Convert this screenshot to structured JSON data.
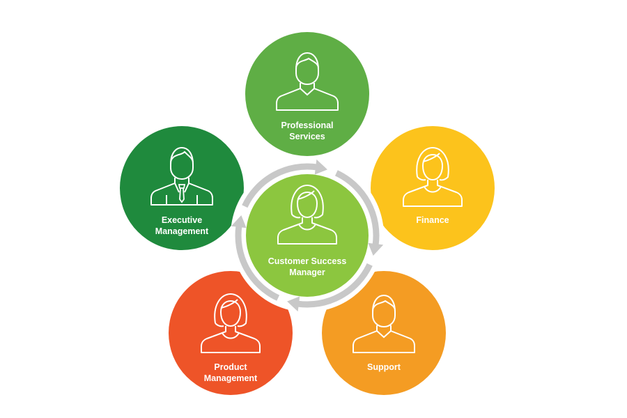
{
  "center": {
    "line1": "Customer Success",
    "line2": "Manager",
    "color": "#8cc63f",
    "icon": "woman-icon"
  },
  "nodes": [
    {
      "id": "professional-services",
      "line1": "Professional",
      "line2": "Services",
      "color": "#5fae45",
      "icon": "man-icon"
    },
    {
      "id": "finance",
      "line1": "Finance",
      "line2": "",
      "color": "#fcc31c",
      "icon": "woman-icon"
    },
    {
      "id": "support",
      "line1": "Support",
      "line2": "",
      "color": "#f49c23",
      "icon": "man-icon"
    },
    {
      "id": "product-management",
      "line1": "Product",
      "line2": "Management",
      "color": "#ee5428",
      "icon": "woman-icon"
    },
    {
      "id": "executive-management",
      "line1": "Executive",
      "line2": "Management",
      "color": "#1f8a3d",
      "icon": "businessman-icon"
    }
  ],
  "cycle": {
    "color": "#c8c8c8",
    "direction": "clockwise"
  }
}
